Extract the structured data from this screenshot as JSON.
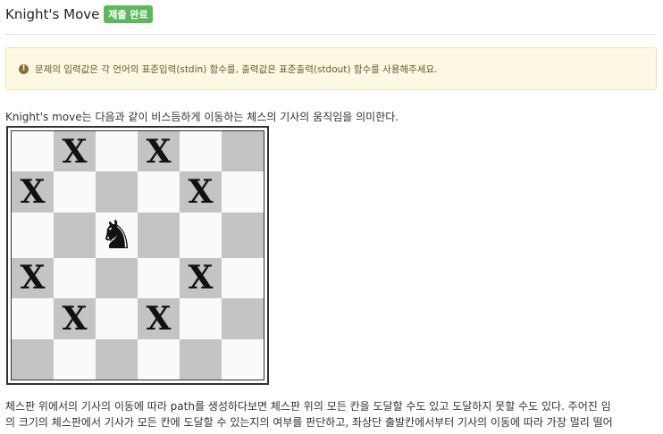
{
  "header": {
    "title": "Knight's Move",
    "badge": "제출 완료"
  },
  "alert": {
    "icon": "!",
    "text": "문제의 입력값은 각 언어의 표준입력(stdin) 함수를, 출력값은 표준출력(stdout) 함수를 사용해주세요."
  },
  "intro": "Knight's move는 다음과 같이 비스듬하게 이동하는 체스의 기사의 움직임을 의미한다.",
  "board": {
    "marks": [
      [
        "",
        "X",
        "",
        "X",
        "",
        ""
      ],
      [
        "X",
        "",
        "",
        "",
        "X",
        ""
      ],
      [
        "",
        "",
        "♞",
        "",
        "",
        ""
      ],
      [
        "X",
        "",
        "",
        "",
        "X",
        ""
      ],
      [
        "",
        "X",
        "",
        "X",
        "",
        ""
      ],
      [
        "",
        "",
        "",
        "",
        "",
        ""
      ]
    ]
  },
  "paragraph": {
    "line1": "체스판 위에서의 기사의 이동에 따라 path를 생성하다보면 체스판 위의 모든 칸을 도달할 수도 있고 도달하지 못할 수도 있다. 주어진 임",
    "line2": "의 크기의 체스판에서 기사가 모든 칸에 도달할 수 있는지의 여부를 판단하고, 좌상단 출발칸에서부터 기사의 이동에 따라 가장 멀리 떨어"
  }
}
